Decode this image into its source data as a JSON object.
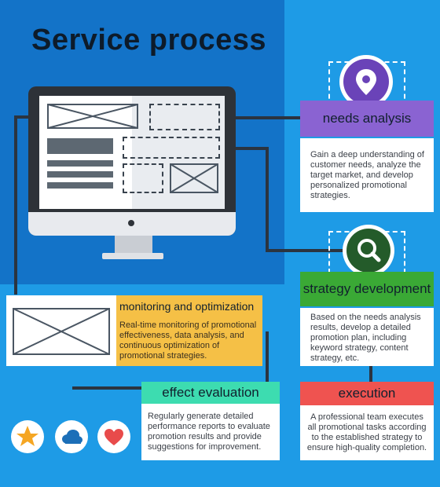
{
  "title": "Service process",
  "steps": {
    "needs_analysis": {
      "label": "needs analysis",
      "description": "Gain a deep understanding of customer needs, analyze the target market, and develop personalized promotional strategies.",
      "icon": "location-pin-icon",
      "color": "#8a63d2"
    },
    "strategy_development": {
      "label": "strategy development",
      "description": "Based on the needs analysis results, develop a detailed promotion plan, including keyword strategy, content strategy, etc.",
      "icon": "magnifier-icon",
      "color": "#3aa935"
    },
    "execution": {
      "label": "execution",
      "description": "A professional team executes all promotional tasks according to the established strategy to ensure high-quality completion.",
      "color": "#ef5350"
    },
    "effect_evaluation": {
      "label": "effect evaluation",
      "description": "Regularly generate detailed performance reports to evaluate promotion results and provide suggestions for improvement.",
      "color": "#3ddcb0"
    },
    "monitoring_optimization": {
      "label": "monitoring and optimization",
      "description": "Real-time monitoring of promotional effectiveness, data analysis, and continuous optimization of promotional strategies.",
      "color": "#f5c046"
    }
  },
  "bottom_icons": [
    "star-icon",
    "cloud-icon",
    "heart-icon"
  ]
}
